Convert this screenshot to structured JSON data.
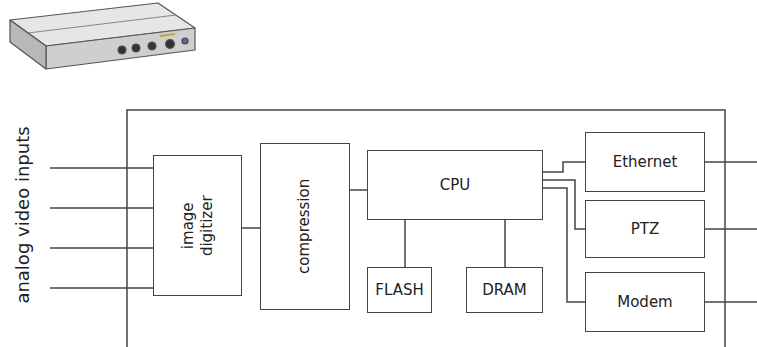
{
  "diagram": {
    "nodes": [
      {
        "text": [
          "image digitizer"
        ]
      },
      {
        "text": [
          "compression"
        ]
      },
      {
        "text": [
          "CPU"
        ]
      },
      {
        "text": [
          "FLASH"
        ]
      },
      {
        "text": [
          "DRAM"
        ]
      },
      {
        "text": [
          "Ethernet"
        ]
      },
      {
        "text": [
          "PTZ"
        ]
      },
      {
        "text": [
          "Modem"
        ]
      }
    ],
    "edges": [
      {
        "from": 0,
        "to": 1,
        "arrow": "none"
      },
      {
        "from": 1,
        "to": 2,
        "arrow": "none"
      },
      {
        "from": 2,
        "to": 3,
        "arrow": "none"
      },
      {
        "from": 2,
        "to": 4,
        "arrow": "none"
      },
      {
        "from": 2,
        "to": 5,
        "arrow": "none"
      },
      {
        "from": 2,
        "to": 6,
        "arrow": "none"
      },
      {
        "from": 2,
        "to": 7,
        "arrow": "none"
      }
    ],
    "labels": [
      "analog video inputs"
    ]
  }
}
